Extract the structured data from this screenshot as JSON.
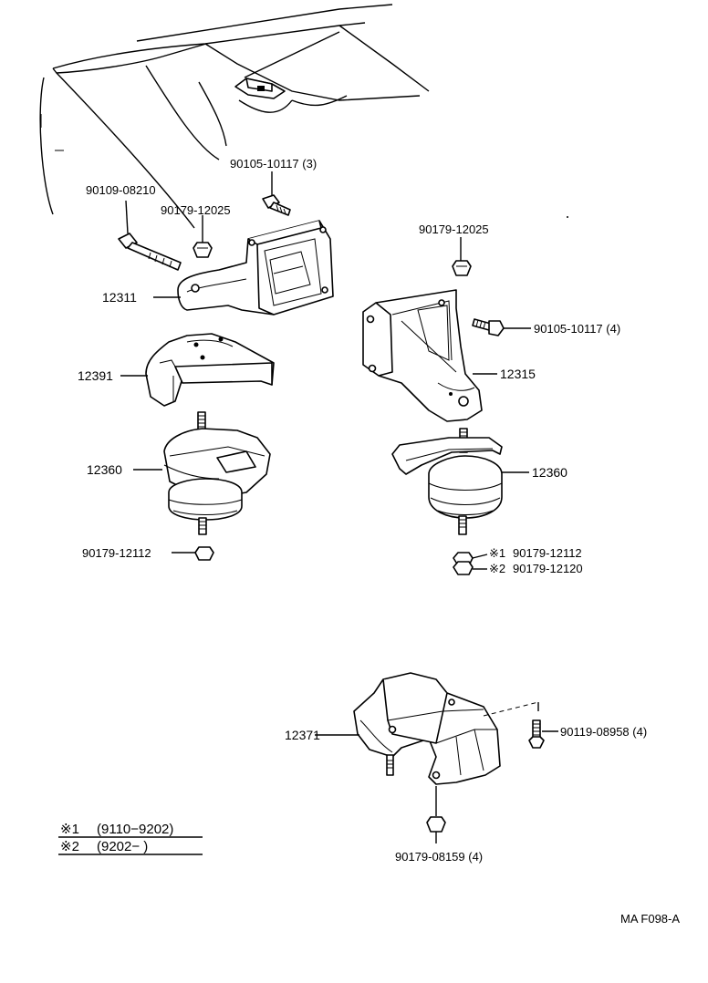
{
  "labels": {
    "bolt_top_center": "90105-10117 (3)",
    "bolt_left": "90109-08210",
    "nut_left_top": "90179-12025",
    "nut_right_top": "90179-12025",
    "bracket_left": "12311",
    "bolt_right": "90105-10117 (4)",
    "bracket_right": "12315",
    "cover_left": "12391",
    "insulator_left": "12360",
    "insulator_right": "12360",
    "nut_left_bottom": "90179-12112",
    "nut_right_1": "90179-12112",
    "nut_right_2": "90179-12120",
    "mount_rear": "12371",
    "bolt_rear": "90119-08958 (4)",
    "nut_rear": "90179-08159 (4)",
    "diagram_code": "MA F098-A"
  },
  "markers": {
    "m1": "※1",
    "m2": "※2"
  },
  "notes": {
    "note1_mark": "※1",
    "note1_range": "(9110−9202)",
    "note2_mark": "※2",
    "note2_range": "(9202−      )"
  }
}
